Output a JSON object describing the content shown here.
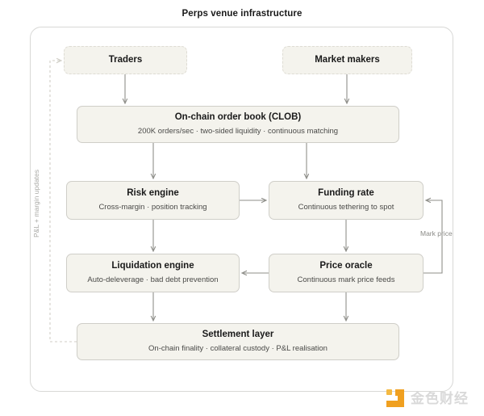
{
  "title": "Perps venue infrastructure",
  "colors": {
    "node_fill": "#f4f3ed",
    "node_border": "#cfcec8",
    "frame_border": "#d8d8d6",
    "arrow": "#8f8f8a",
    "dashed_edge": "#d6d4cc",
    "label_text": "#8a8a86",
    "watermark": "#f0a020"
  },
  "nodes": {
    "traders": {
      "title": "Traders",
      "subtitle": ""
    },
    "market_makers": {
      "title": "Market makers",
      "subtitle": ""
    },
    "clob": {
      "title": "On-chain order book (CLOB)",
      "subtitle": "200K orders/sec · two-sided liquidity · continuous matching"
    },
    "risk_engine": {
      "title": "Risk engine",
      "subtitle": "Cross-margin · position tracking"
    },
    "funding_rate": {
      "title": "Funding rate",
      "subtitle": "Continuous tethering to spot"
    },
    "liquidation_engine": {
      "title": "Liquidation engine",
      "subtitle": "Auto-deleverage · bad debt prevention"
    },
    "price_oracle": {
      "title": "Price oracle",
      "subtitle": "Continuous mark price feeds"
    },
    "settlement_layer": {
      "title": "Settlement layer",
      "subtitle": "On-chain finality · collateral custody · P&L realisation"
    }
  },
  "edge_labels": {
    "mark_price": "Mark price",
    "pnl_margin_updates": "P&L + margin updates"
  },
  "watermark": {
    "text": "金色财经",
    "logo": "jinse-logo-icon"
  }
}
